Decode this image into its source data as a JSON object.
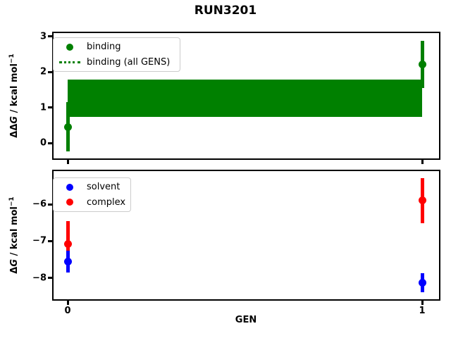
{
  "figure": {
    "title": "RUN3201",
    "background": "#ffffff"
  },
  "colors": {
    "binding": "#008000",
    "solvent": "#0000ff",
    "complex": "#ff0000",
    "axis": "#000000",
    "legend_border": "#cccccc"
  },
  "chart_data": [
    {
      "name": "ddg-vs-gen",
      "type": "scatter",
      "ylabel": {
        "pre": "ΔΔ",
        "var": "G",
        "rest": " / kcal mol",
        "sup": "−1"
      },
      "xlim": [
        -0.04,
        1.05
      ],
      "ylim": [
        -0.43,
        3.09
      ],
      "grid": false,
      "yticks": [
        {
          "v": 0,
          "label": "0"
        },
        {
          "v": 1,
          "label": "1"
        },
        {
          "v": 2,
          "label": "2"
        },
        {
          "v": 3,
          "label": "3"
        }
      ],
      "xticks": [
        {
          "v": 0,
          "label": ""
        },
        {
          "v": 1,
          "label": ""
        }
      ],
      "band": {
        "label": "binding (all GENS)",
        "x": [
          0,
          1
        ],
        "lo": 0.73,
        "hi": 1.78,
        "color": "#008000",
        "linestyle": "dotted"
      },
      "series": [
        {
          "label": "binding",
          "color": "#008000",
          "marker": "circle",
          "x": [
            0,
            1
          ],
          "y": [
            0.46,
            2.21
          ],
          "yerr": [
            0.7,
            0.67
          ]
        }
      ],
      "legend": {
        "position": "upper-left",
        "items": [
          {
            "label": "binding",
            "type": "marker",
            "color": "#008000"
          },
          {
            "label": "binding (all GENS)",
            "type": "dotted-line",
            "color": "#008000"
          }
        ]
      }
    },
    {
      "name": "dg-vs-gen",
      "type": "scatter",
      "ylabel": {
        "pre": "Δ",
        "var": "G",
        "rest": " / kcal mol",
        "sup": "−1"
      },
      "xlabel": "GEN",
      "xlim": [
        -0.04,
        1.05
      ],
      "ylim": [
        -8.58,
        -5.1
      ],
      "grid": false,
      "yticks": [
        {
          "v": -6,
          "label": "−6"
        },
        {
          "v": -7,
          "label": "−7"
        },
        {
          "v": -8,
          "label": "−8"
        }
      ],
      "xticks": [
        {
          "v": 0,
          "label": "0"
        },
        {
          "v": 1,
          "label": "1"
        }
      ],
      "series": [
        {
          "label": "complex",
          "color": "#ff0000",
          "marker": "circle",
          "x": [
            0,
            1
          ],
          "y": [
            -7.08,
            -5.9
          ],
          "yerr": [
            0.63,
            0.61
          ]
        },
        {
          "label": "solvent",
          "color": "#0000ff",
          "marker": "circle",
          "x": [
            0,
            1
          ],
          "y": [
            -7.56,
            -8.13
          ],
          "yerr": [
            0.29,
            0.26
          ]
        }
      ],
      "legend": {
        "position": "upper-left",
        "items": [
          {
            "label": "solvent",
            "type": "marker",
            "color": "#0000ff"
          },
          {
            "label": "complex",
            "type": "marker",
            "color": "#ff0000"
          }
        ]
      }
    }
  ]
}
